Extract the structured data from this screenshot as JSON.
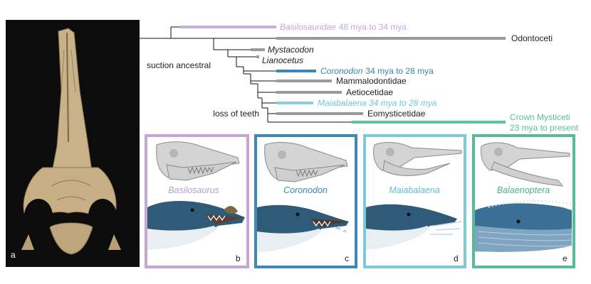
{
  "panels": {
    "a": {
      "label": "a"
    },
    "b": {
      "label": "b",
      "taxon": "Basilosaurus",
      "border_color": "#c7a6d6",
      "text_color": "#b89fcc"
    },
    "c": {
      "label": "c",
      "taxon": "Coronodon",
      "border_color": "#3f87b5",
      "text_color": "#3a86b8"
    },
    "d": {
      "label": "d",
      "taxon": "Maiabalaena",
      "border_color": "#7ccbd8",
      "text_color": "#5fbfcf"
    },
    "e": {
      "label": "e",
      "taxon": "Balaenoptera",
      "border_color": "#58b99d",
      "text_color": "#46b08e"
    }
  },
  "tree": {
    "nodes": {
      "suction": "suction ancestral",
      "teeth_loss": "loss of teeth"
    },
    "taxa": [
      {
        "id": "basilosauridae",
        "name": "Basilosauridae",
        "range": "48 mya to 34 mya",
        "color": "#c4a8da",
        "italic": true
      },
      {
        "id": "odontoceti",
        "name": "Odontoceti",
        "range": "",
        "color": "#222222",
        "italic": false
      },
      {
        "id": "mystacodon",
        "name": "Mystacodon",
        "range": "",
        "color": "#222222",
        "italic": true
      },
      {
        "id": "lianocetus",
        "name": "Lianocetus",
        "range": "",
        "color": "#222222",
        "italic": true
      },
      {
        "id": "coronodon",
        "name": "Coronodon",
        "range": "34 mya to 28 mya",
        "color": "#3a86b8",
        "italic": true
      },
      {
        "id": "mammalodontidae",
        "name": "Mammalodontidae",
        "range": "",
        "color": "#222222",
        "italic": false
      },
      {
        "id": "aetiocetidae",
        "name": "Aetiocetidae",
        "range": "",
        "color": "#222222",
        "italic": false
      },
      {
        "id": "maiabalaena",
        "name": "Maiabalaena 34 mya to 28 mya",
        "range": "",
        "color": "#6ec8d4",
        "italic": true
      },
      {
        "id": "eomysticetidae",
        "name": "Eomysticetidae",
        "range": "",
        "color": "#222222",
        "italic": false
      },
      {
        "id": "crown",
        "name": "Crown Mysticeti",
        "range": "23 mya to present",
        "color": "#55c0a0",
        "italic": false
      }
    ]
  },
  "colors": {
    "tree_line": "#111111",
    "bar_gray": "#9a9a9a",
    "basilosauridae_bar": "#c8b0dc",
    "coronodon_bar": "#3a86b8",
    "maiabalaena_bar": "#86d0da",
    "crown_bar": "#5cc4a6",
    "photo_bg": "#0c0c0c",
    "bone": "#c9b28a"
  }
}
